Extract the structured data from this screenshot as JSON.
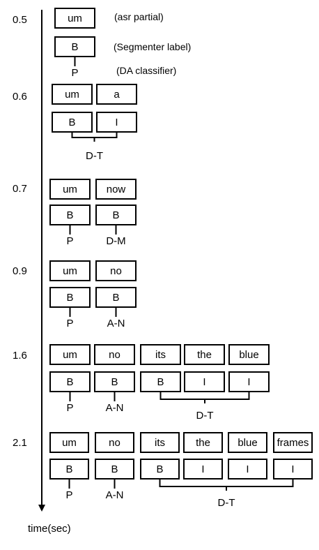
{
  "axis": {
    "label": "time(sec)"
  },
  "legend": {
    "asr": "(asr partial)",
    "segmenter": "(Segmenter label)",
    "da": "(DA classifier)"
  },
  "steps": [
    {
      "time": "0.5",
      "words": [
        "um"
      ],
      "labels": [
        "B"
      ],
      "acts": [
        {
          "label": "P",
          "from": 0,
          "to": 0
        }
      ]
    },
    {
      "time": "0.6",
      "words": [
        "um",
        "a"
      ],
      "labels": [
        "B",
        "I"
      ],
      "acts": [
        {
          "label": "D-T",
          "from": 0,
          "to": 1
        }
      ]
    },
    {
      "time": "0.7",
      "words": [
        "um",
        "now"
      ],
      "labels": [
        "B",
        "B"
      ],
      "acts": [
        {
          "label": "P",
          "from": 0,
          "to": 0
        },
        {
          "label": "D-M",
          "from": 1,
          "to": 1
        }
      ]
    },
    {
      "time": "0.9",
      "words": [
        "um",
        "no"
      ],
      "labels": [
        "B",
        "B"
      ],
      "acts": [
        {
          "label": "P",
          "from": 0,
          "to": 0
        },
        {
          "label": "A-N",
          "from": 1,
          "to": 1
        }
      ]
    },
    {
      "time": "1.6",
      "words": [
        "um",
        "no",
        "its",
        "the",
        "blue"
      ],
      "labels": [
        "B",
        "B",
        "B",
        "I",
        "I"
      ],
      "acts": [
        {
          "label": "P",
          "from": 0,
          "to": 0
        },
        {
          "label": "A-N",
          "from": 1,
          "to": 1
        },
        {
          "label": "D-T",
          "from": 2,
          "to": 4
        }
      ]
    },
    {
      "time": "2.1",
      "words": [
        "um",
        "no",
        "its",
        "the",
        "blue",
        "frames"
      ],
      "labels": [
        "B",
        "B",
        "B",
        "I",
        "I",
        "I"
      ],
      "acts": [
        {
          "label": "P",
          "from": 0,
          "to": 0
        },
        {
          "label": "A-N",
          "from": 1,
          "to": 1
        },
        {
          "label": "D-T",
          "from": 2,
          "to": 5
        }
      ]
    }
  ]
}
